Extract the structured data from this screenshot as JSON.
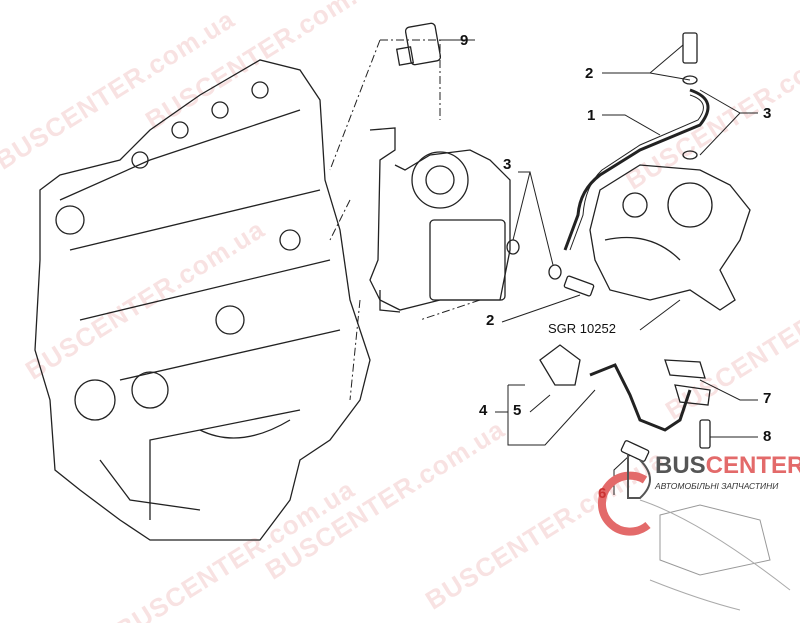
{
  "watermark": "BUSCENTER.com.ua",
  "callouts": {
    "c9": "9",
    "c2a": "2",
    "c1": "1",
    "c3a": "3",
    "c3b": "3",
    "c2b": "2",
    "c4": "4",
    "c5": "5",
    "c7": "7",
    "c8": "8",
    "c6": "6"
  },
  "part_code": "SGR 10252",
  "logo": {
    "bus": "BUS",
    "center": "CENTER",
    "tagline": "АВТОМОБІЛЬНІ ЗАПЧАСТИНИ"
  },
  "colors": {
    "brand_red": "#e36a6a",
    "brand_grey": "#555555"
  }
}
